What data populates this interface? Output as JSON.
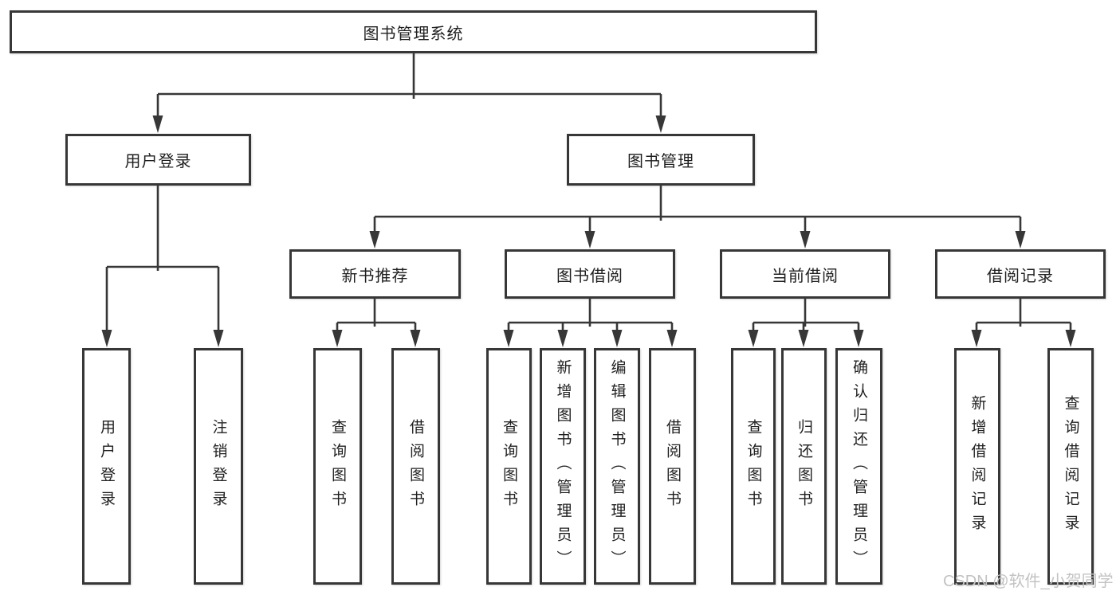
{
  "colors": {
    "bg": "#ffffff",
    "line": "#373737",
    "border": "#373737",
    "text": "#1f1f1f",
    "watermark": "#c3c3c3"
  },
  "watermark": {
    "text": "CSDN @软件_小贺同学"
  },
  "tree": {
    "root": {
      "label": "图书管理系统"
    },
    "branches": [
      {
        "label": "用户登录",
        "children": [
          {
            "label": "用户登录"
          },
          {
            "label": "注销登录"
          }
        ]
      },
      {
        "label": "图书管理",
        "sections": [
          {
            "label": "新书推荐",
            "children": [
              {
                "label": "查询图书"
              },
              {
                "label": "借阅图书"
              }
            ]
          },
          {
            "label": "图书借阅",
            "children": [
              {
                "label": "查询图书"
              },
              {
                "label": "新增图书（管理员）"
              },
              {
                "label": "编辑图书（管理员）"
              },
              {
                "label": "借阅图书"
              }
            ]
          },
          {
            "label": "当前借阅",
            "children": [
              {
                "label": "查询图书"
              },
              {
                "label": "归还图书"
              },
              {
                "label": "确认归还（管理员）"
              }
            ]
          },
          {
            "label": "借阅记录",
            "children": [
              {
                "label": "新增借阅记录"
              },
              {
                "label": "查询借阅记录"
              }
            ]
          }
        ]
      }
    ]
  }
}
